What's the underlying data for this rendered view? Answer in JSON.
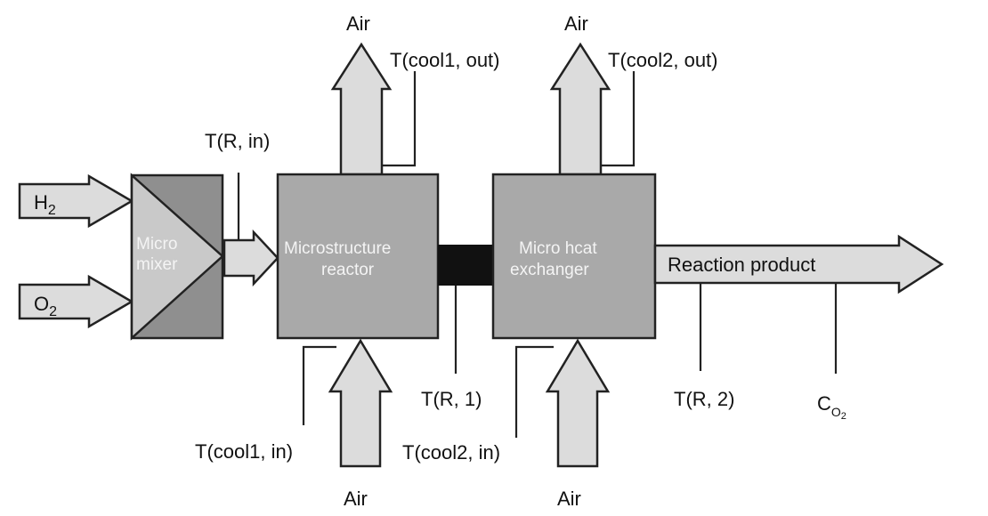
{
  "inputs": {
    "h2": {
      "main": "H",
      "sub": "2"
    },
    "o2": {
      "main": "O",
      "sub": "2"
    }
  },
  "blocks": {
    "mixer": [
      "Micro",
      "mixer"
    ],
    "reactor": [
      "Microstructure",
      "reactor"
    ],
    "exchanger": [
      "Micro hcat",
      "exchanger"
    ]
  },
  "air": {
    "reactor_top": "Air",
    "exchanger_top": "Air",
    "reactor_bottom": "Air",
    "exchanger_bottom": "Air"
  },
  "sensors": {
    "t_r_in": "T(R, in)",
    "t_cool1_out": "T(cool1, out)",
    "t_cool2_out": "T(cool2, out)",
    "t_cool1_in": "T(cool1, in)",
    "t_cool2_in": "T(cool2, in)",
    "t_r_1": "T(R, 1)",
    "t_r_2": "T(R, 2)",
    "c_o2": {
      "main": "C",
      "sub": "O",
      "subsub": "2"
    }
  },
  "product": "Reaction product",
  "colors": {
    "arrow_fill": "#dcdcdc",
    "block_fill": "#a9a9a9",
    "mixer_dark": "#8f8f8f",
    "connector": "#111111",
    "stroke": "#222222"
  }
}
